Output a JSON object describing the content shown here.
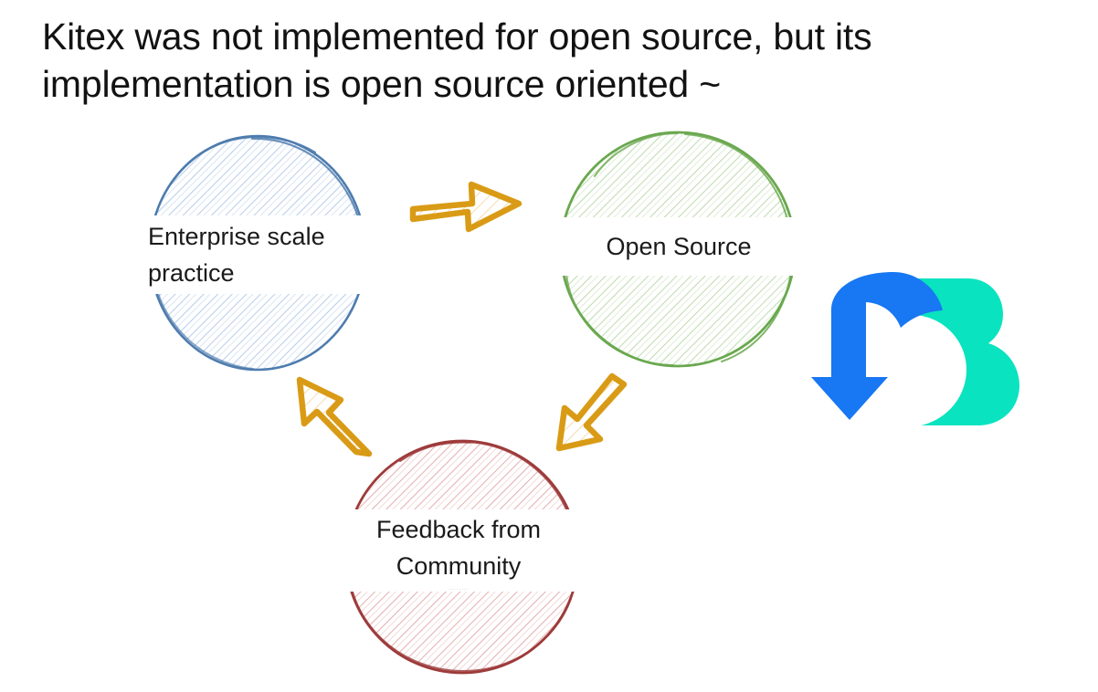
{
  "slide": {
    "title": "Kitex was not implemented for open source, but its implementation is open source oriented ~",
    "background_color": "#ffffff",
    "title_color": "#121212"
  },
  "diagram": {
    "type": "cycle",
    "style": "hand-drawn sketch",
    "nodes": [
      {
        "id": "enterprise",
        "label_lines": [
          "Enterprise scale",
          "practice"
        ],
        "stroke_color": "#4e7cae",
        "fill_hatch_color": "#c6d6ec",
        "position": "top-left"
      },
      {
        "id": "open-source",
        "label_lines": [
          "Open Source"
        ],
        "stroke_color": "#6aa84f",
        "fill_hatch_color": "#c9e0bb",
        "position": "top-right"
      },
      {
        "id": "feedback",
        "label_lines": [
          "Feedback from",
          "Community"
        ],
        "clipped_line": "........",
        "stroke_color": "#9e3b3b",
        "fill_hatch_color": "#e8b9b9",
        "position": "bottom-center"
      }
    ],
    "arrows": [
      {
        "id": "arrow-enterprise-to-opensource",
        "direction": "right",
        "from": "enterprise",
        "to": "open-source",
        "color": "#d99b16"
      },
      {
        "id": "arrow-opensource-to-feedback",
        "direction": "down-left",
        "from": "open-source",
        "to": "feedback",
        "color": "#d99b16"
      },
      {
        "id": "arrow-feedback-to-enterprise",
        "direction": "up-left",
        "from": "feedback",
        "to": "enterprise",
        "color": "#d99b16"
      }
    ]
  },
  "logo": {
    "name": "cloudwego-logo",
    "arrow_color": "#1877f2",
    "cloud_color": "#09e3c0"
  }
}
